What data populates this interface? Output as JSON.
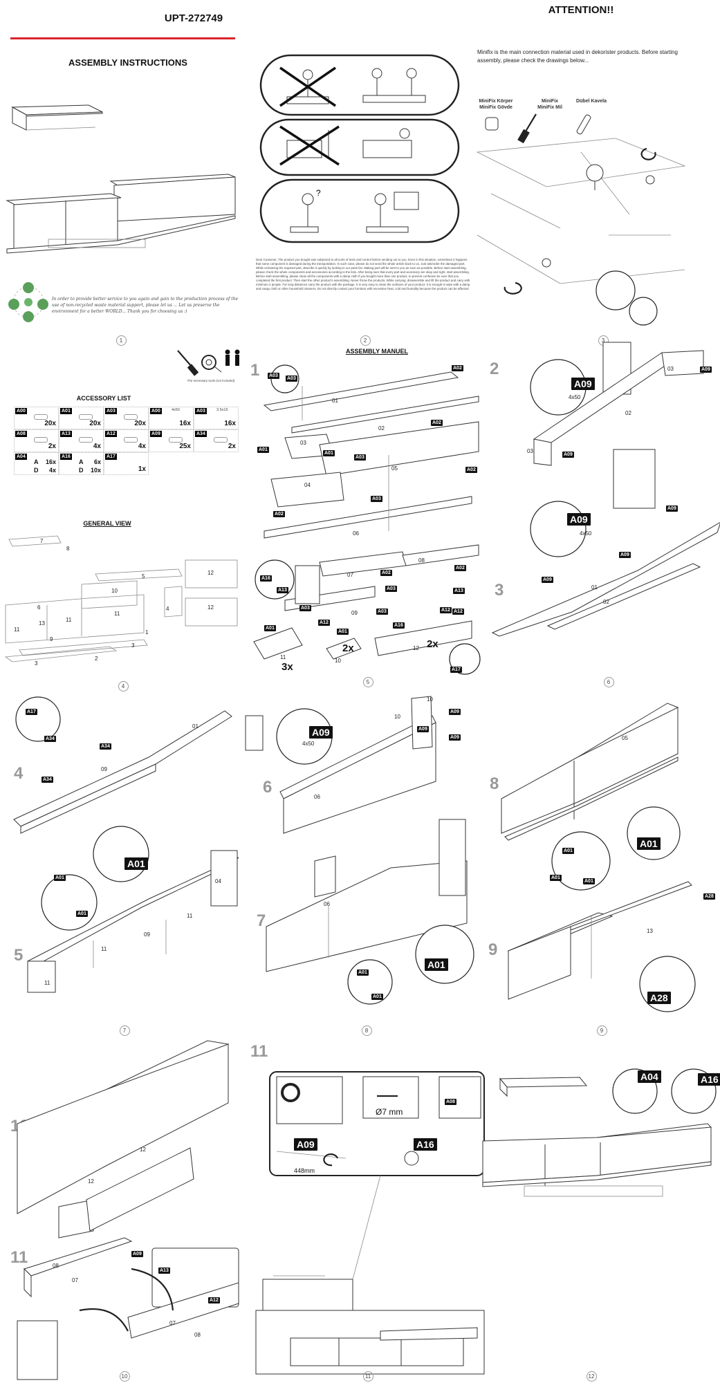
{
  "header": {
    "product_code": "UPT-272749",
    "accent_color": "#d9252b"
  },
  "panel1": {
    "title": "ASSEMBLY INSTRUCTIONS",
    "eco_text": "In order to provide better service to you again and gain to the production process of the use of non-recycled waste material support, please let us ... Let us preserve the environment for a better WORLD... Thank you for choosing us :)",
    "page_number": "1"
  },
  "panel2": {
    "letter_text": "Dear Customer, The product you bought was subjected to all sorts of tests and control before sending out to you. Even in this situation, sometimes it happens that some component is damaged during the transportation. In such case, please do not send the whole article back to us. Just ask/order the damaged part. While reclaiming the required part, describe it quickly by looking to our parts list. Making part will be sent to you as soon as possible. Before start assembling, please check the whole components and accessories according to the lists. After being sure that every part and accessory are okay and right, start assembling. Before start assembling, please clean all the components with a damp cloth if you bought more than one product, to prevent confusion be sure that you completed the first product. Then start the other product's assembling. Never throw the products. While carrying, disassemble and lift the product and carry with minimum 2 people. For long distances carry the product with the package. It is very easy to clean the surfaces of your product. It is enough to wipe with a damp and soapy cloth or other household cleaners. Do not directly contact your furniture with excessive heat, cold and humidity because the product can be affected.",
    "page_number": "2"
  },
  "panel3": {
    "title": "ATTENTION!!",
    "intro": "Minifix is the main connection material used in dekorister products. Before starting assembly, please check the drawings below...",
    "labels": [
      "MiniFix Körper MiniFix Gövde",
      "MiniFix MiniFix Mil",
      "Dübel Kavela"
    ],
    "page_number": "3"
  },
  "panel4": {
    "tools_note": "The necessary tools (not included)",
    "accessory_title": "ACCESSORY LIST",
    "accessories": [
      {
        "id": "A00",
        "qty": "20x",
        "dim": ""
      },
      {
        "id": "A01",
        "qty": "20x",
        "dim": ""
      },
      {
        "id": "A03",
        "qty": "20x",
        "dim": ""
      },
      {
        "id": "A00",
        "qty": "16x",
        "dim": "4x50"
      },
      {
        "id": "A03",
        "qty": "16x",
        "dim": "3.5x16"
      },
      {
        "id": "A08",
        "qty": "2x",
        "dim": ""
      },
      {
        "id": "A13",
        "qty": "4x",
        "dim": ""
      },
      {
        "id": "A12",
        "qty": "4x",
        "dim": ""
      },
      {
        "id": "A09",
        "qty": "25x",
        "dim": ""
      },
      {
        "id": "A34",
        "qty": "2x",
        "dim": ""
      }
    ],
    "accessories_row3": {
      "a04": {
        "id": "A04",
        "a": "A",
        "a_qty": "16x",
        "d": "D",
        "d_qty": "4x"
      },
      "a16": {
        "id": "A16",
        "a": "A",
        "a_qty": "6x",
        "d": "D",
        "d_qty": "10x"
      },
      "a17": {
        "id": "A17",
        "qty": "1x"
      }
    },
    "general_view_title": "GENERAL VIEW",
    "part_numbers": [
      "7",
      "8",
      "5",
      "12",
      "10",
      "6",
      "11",
      "4",
      "12",
      "13",
      "11",
      "11",
      "9",
      "1",
      "3",
      "2",
      "3"
    ],
    "page_number": "4"
  },
  "panel5": {
    "title": "ASSEMBLY MANUEL",
    "step": "1",
    "parts": [
      "01",
      "02",
      "03",
      "04",
      "05",
      "06",
      "07",
      "08",
      "09",
      "10",
      "11",
      "12"
    ],
    "tags": [
      "A03",
      "A03",
      "A02",
      "A02",
      "A01",
      "A01",
      "A03",
      "A03",
      "A02",
      "A02",
      "A02",
      "A13",
      "A16",
      "A02",
      "A03",
      "A13",
      "A03",
      "A12",
      "A16",
      "A01",
      "A01",
      "A03",
      "A12",
      "A12",
      "A17"
    ],
    "quantities": [
      "3x",
      "2x",
      "2x"
    ],
    "page_number": "5"
  },
  "panel6": {
    "steps": [
      "2",
      "3"
    ],
    "tags": [
      "A09",
      "A09",
      "A09",
      "A09",
      "A09",
      "A09",
      "A09"
    ],
    "screw_dim": "4x50",
    "parts": [
      "03",
      "02",
      "03",
      "01",
      "02"
    ],
    "page_number": "6"
  },
  "panel7": {
    "steps": [
      "4",
      "5"
    ],
    "tags": [
      "A17",
      "A34",
      "A34",
      "A34",
      "A01",
      "A01",
      "A01"
    ],
    "parts": [
      "01",
      "09",
      "04",
      "11",
      "09",
      "11",
      "11"
    ],
    "page_number": "7"
  },
  "panel8": {
    "steps": [
      "6",
      "7"
    ],
    "tags": [
      "A09",
      "A09",
      "A09",
      "A09",
      "A01",
      "A01",
      "A01"
    ],
    "screw_dim": "4x50",
    "parts": [
      "10",
      "10",
      "06",
      "06"
    ],
    "page_number": "8"
  },
  "panel9": {
    "steps": [
      "8",
      "9"
    ],
    "tags": [
      "A01",
      "A01",
      "A01",
      "A01",
      "A28",
      "A28"
    ],
    "parts": [
      "05",
      "13"
    ],
    "page_number": "9"
  },
  "panel10": {
    "steps": [
      "10",
      "11"
    ],
    "tags": [
      "A13",
      "A12",
      "A09"
    ],
    "parts": [
      "12",
      "12",
      "08",
      "07",
      "07",
      "08"
    ],
    "page_number": "10"
  },
  "panel11": {
    "step": "11",
    "drill": "Ø7 mm",
    "tags": [
      "A08",
      "A09",
      "A16"
    ],
    "dimension": "448mm",
    "page_number": "11"
  },
  "panel12": {
    "tags": [
      "A04",
      "A16"
    ],
    "page_number": "12"
  }
}
